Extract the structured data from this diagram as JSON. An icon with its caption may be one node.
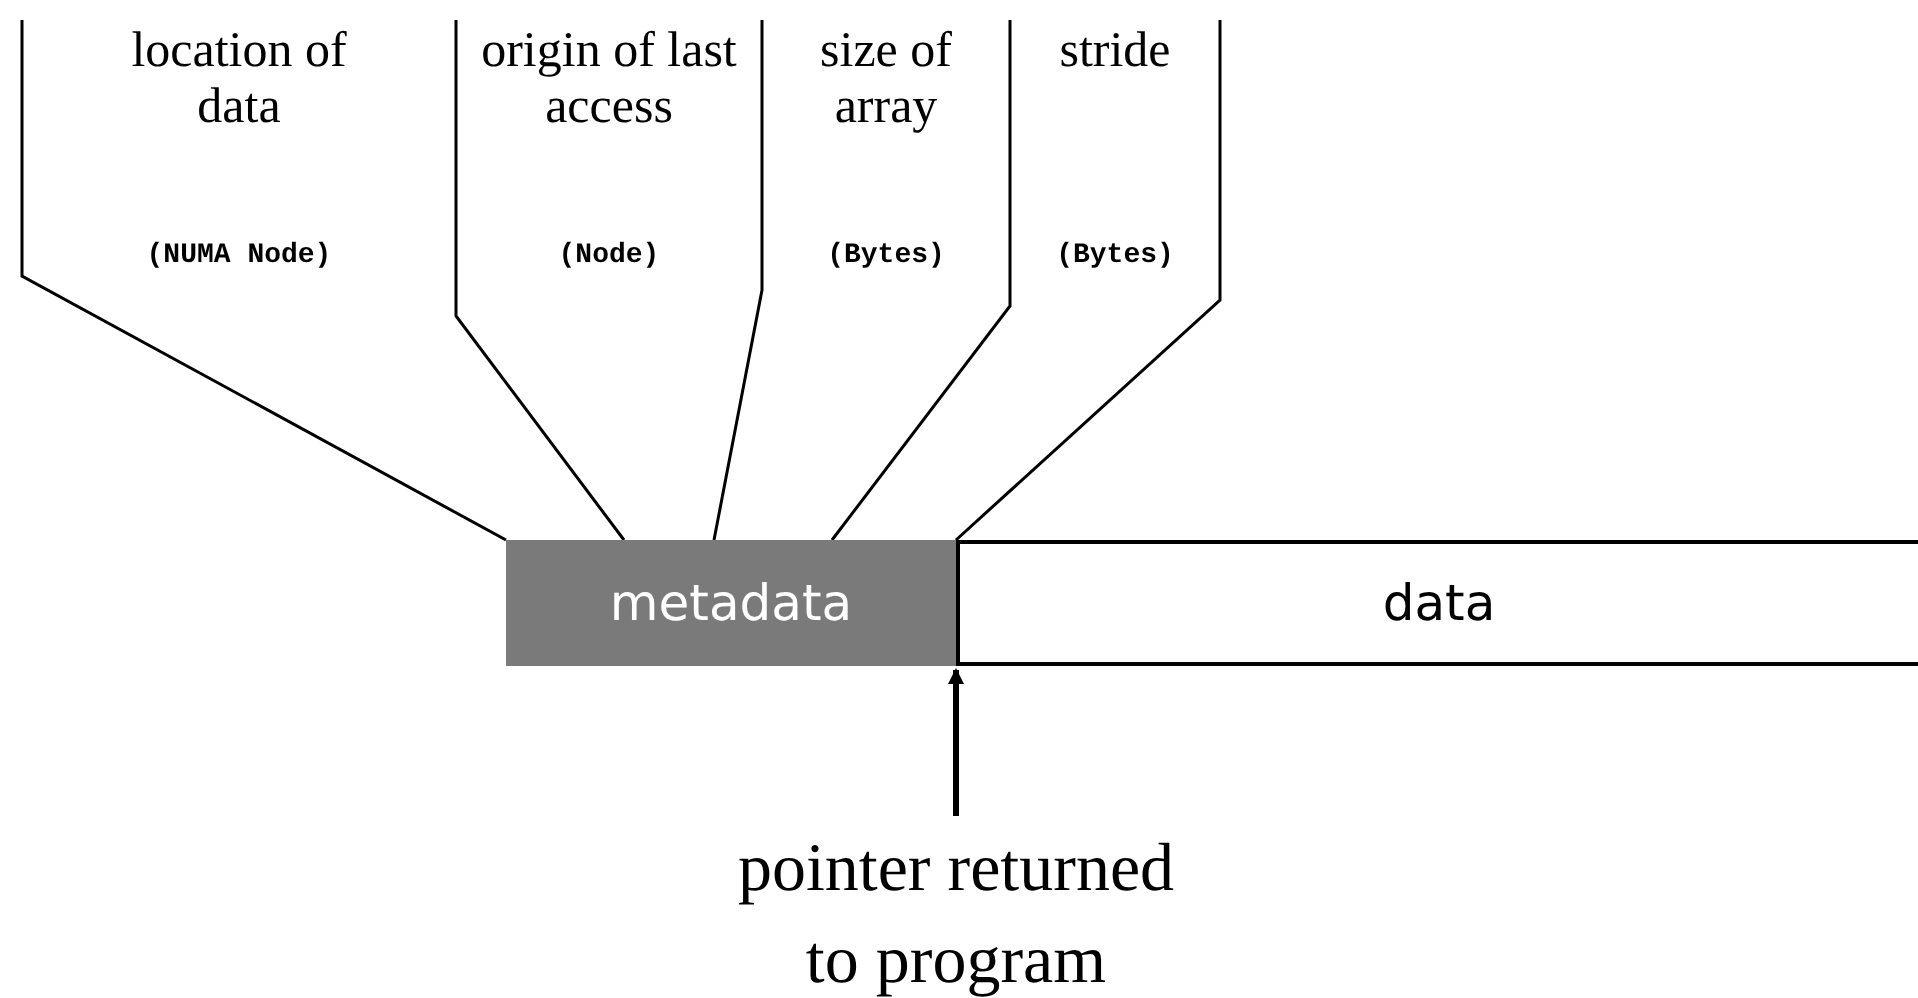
{
  "diagram": {
    "nodes": [
      {
        "text": [
          "location of data",
          "(NUMA Node)"
        ]
      },
      {
        "text": [
          "origin of last access",
          "(Node)"
        ]
      },
      {
        "text": [
          "size of array",
          "(Bytes)"
        ]
      },
      {
        "text": [
          "stride",
          "(Bytes)"
        ]
      },
      {
        "text": [
          "metadata"
        ]
      },
      {
        "text": [
          "data"
        ]
      },
      {
        "text": [
          "pointer returned to program"
        ]
      }
    ],
    "edges": [
      {
        "from": 6,
        "to": 4,
        "arrow": "to"
      }
    ]
  }
}
